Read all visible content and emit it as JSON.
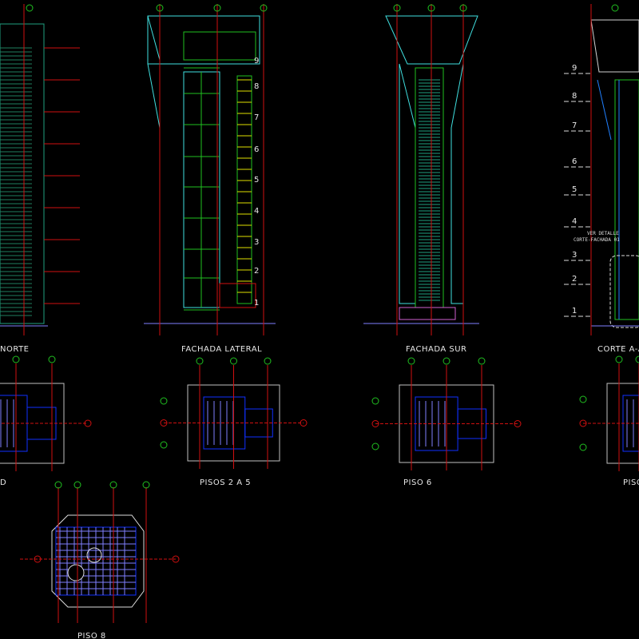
{
  "drawing": {
    "elevations": [
      {
        "title": "NORTE"
      },
      {
        "title": "FACHADA  LATERAL"
      },
      {
        "title": "FACHADA  SUR"
      },
      {
        "title": "CORTE  A-A'"
      }
    ],
    "plans": [
      {
        "title": "D"
      },
      {
        "title": "PISOS  2  A  5"
      },
      {
        "title": "PISO  6"
      },
      {
        "title": "PISO"
      },
      {
        "title": "PISO  8"
      }
    ],
    "floor_levels": [
      "1",
      "2",
      "3",
      "4",
      "5",
      "6",
      "7",
      "8",
      "9"
    ],
    "detail_callout": {
      "line1": "VER  DETALLE",
      "line2": "CORTE-FACHADA  01"
    },
    "colors": {
      "background": "#000000",
      "dimension": "#d01010",
      "axis_marker": "#20c020",
      "wall": "#1030ff",
      "structure": "#20a080",
      "glass": "#40e0e0"
    }
  }
}
